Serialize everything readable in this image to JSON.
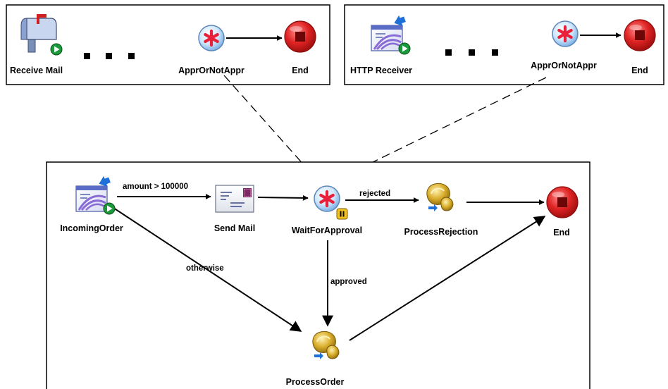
{
  "process_a": {
    "start_label": "Receive Mail",
    "wait_label": "ApprOrNotAppr",
    "end_label": "End"
  },
  "process_b": {
    "start_label": "HTTP Receiver",
    "wait_label": "ApprOrNotAppr",
    "end_label": "End"
  },
  "main_process": {
    "incoming_label": "IncomingOrder",
    "sendmail_label": "Send Mail",
    "wait_label": "WaitForApproval",
    "rejection_label": "ProcessRejection",
    "end_label": "End",
    "order_label": "ProcessOrder",
    "edge_amount": "amount > 100000",
    "edge_rejected": "rejected",
    "edge_otherwise": "otherwise",
    "edge_approved": "approved"
  },
  "colors": {
    "wait_red": "#e8203a",
    "end_red": "#e02424",
    "start_green": "#1a9a3a",
    "gear_gold": "#d9ad2a",
    "arrow_blue": "#1e6fd8",
    "pause_yellow": "#f3c21b"
  }
}
